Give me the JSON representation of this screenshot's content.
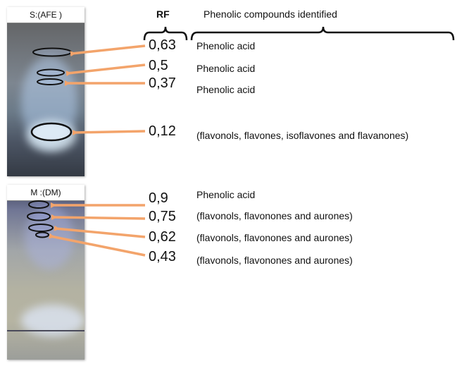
{
  "headers": {
    "rf": "RF",
    "compounds": "Phenolic compounds identified"
  },
  "samples": [
    {
      "label": "S:(AFE )",
      "spots": [
        {
          "rf": "0,63",
          "compound": "Phenolic acid"
        },
        {
          "rf": "0,5",
          "compound": "Phenolic acid"
        },
        {
          "rf": "0,37",
          "compound": "Phenolic acid"
        },
        {
          "rf": "0,12",
          "compound": "(flavonols, flavones, isoflavones  and flavanones)"
        }
      ]
    },
    {
      "label": "M :(DM)",
      "spots": [
        {
          "rf": "0,9",
          "compound": "Phenolic acid"
        },
        {
          "rf": "0,75",
          "compound": "(flavonols, flavonones and aurones)"
        },
        {
          "rf": "0,62",
          "compound": "(flavonols, flavonones and aurones)"
        },
        {
          "rf": "0,43",
          "compound": "(flavonols, flavonones and aurones)"
        }
      ]
    }
  ],
  "colors": {
    "arrow": "#f3a46b",
    "spot_outline": "#111111"
  }
}
